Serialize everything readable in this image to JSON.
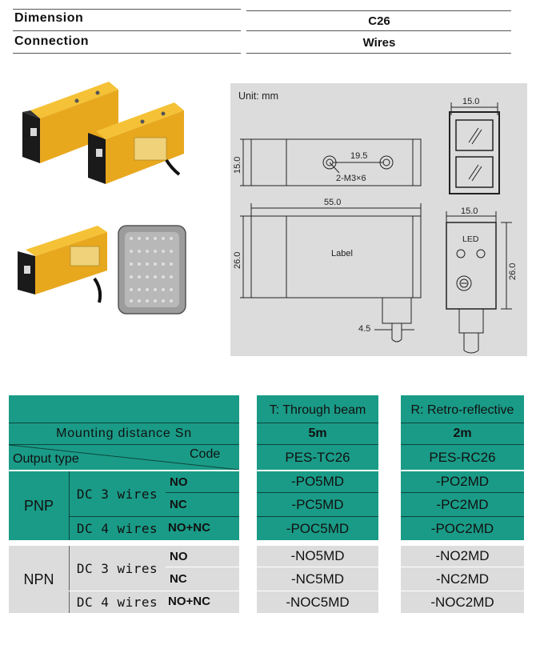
{
  "spec": {
    "dimension_label": "Dimension",
    "dimension_value": "C26",
    "connection_label": "Connection",
    "connection_value": "Wires"
  },
  "drawing": {
    "unit": "Unit: mm",
    "dims": {
      "w15_top": "15.0",
      "h15_left": "15.0",
      "spacing": "19.5",
      "hole": "2-M3×6",
      "len55": "55.0",
      "h26_left": "26.0",
      "w15_side": "15.0",
      "h26_right": "26.0",
      "cable": "4.5"
    },
    "label_text": "Label",
    "led_text": "LED"
  },
  "table": {
    "header": {
      "mounting_distance": "Mounting distance Sn",
      "output_type": "Output type",
      "code": "Code"
    },
    "columns": [
      {
        "title": "T: Through beam",
        "distance": "5m",
        "model": "PES-TC26"
      },
      {
        "title": "R: Retro-reflective",
        "distance": "2m",
        "model": "PES-RC26"
      }
    ],
    "groups": [
      {
        "type": "PNP",
        "rows": [
          {
            "wires": "DC 3 wires",
            "mode": "NO",
            "codes": [
              "-PO5MD",
              "-PO2MD"
            ]
          },
          {
            "wires": "",
            "mode": "NC",
            "codes": [
              "-PC5MD",
              "-PC2MD"
            ]
          },
          {
            "wires": "DC 4 wires",
            "mode": "NO+NC",
            "codes": [
              "-POC5MD",
              "-POC2MD"
            ]
          }
        ]
      },
      {
        "type": "NPN",
        "rows": [
          {
            "wires": "DC 3 wires",
            "mode": "NO",
            "codes": [
              "-NO5MD",
              "-NO2MD"
            ]
          },
          {
            "wires": "",
            "mode": "NC",
            "codes": [
              "-NC5MD",
              "-NC2MD"
            ]
          },
          {
            "wires": "DC 4 wires",
            "mode": "NO+NC",
            "codes": [
              "-NOC5MD",
              "-NOC2MD"
            ]
          }
        ]
      }
    ]
  },
  "colors": {
    "teal": "#1a9b87",
    "grey": "#dcdcdc"
  }
}
